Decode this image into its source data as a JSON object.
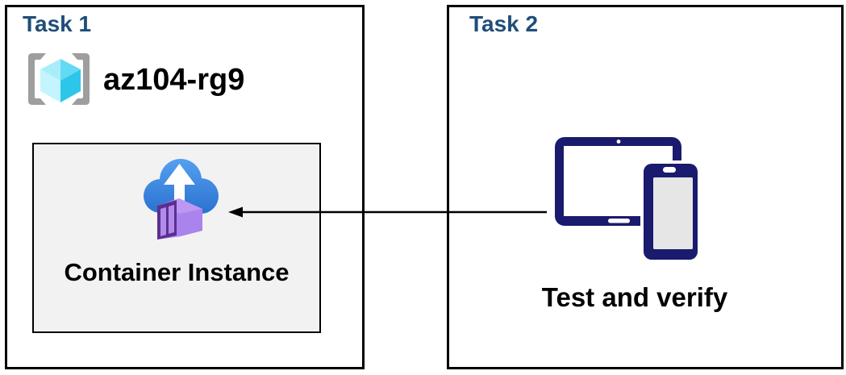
{
  "diagram": {
    "task1": {
      "title": "Task 1",
      "resource_group": {
        "icon": "resource-group-icon",
        "name": "az104-rg9"
      },
      "container_instance": {
        "icon": "container-instance-icon",
        "label": "Container Instance"
      }
    },
    "task2": {
      "title": "Task 2",
      "devices": {
        "icon": "devices-icon",
        "label": "Test and verify"
      }
    },
    "arrow": {
      "from": "task2-devices",
      "to": "task1-container-instance",
      "direction": "left"
    },
    "colors": {
      "title_blue": "#1f4e79",
      "box_border": "#000000",
      "container_box_bg": "#f2f2f2",
      "device_navy": "#1a1a6e",
      "cloud_blue_top": "#54a0f0",
      "cloud_blue_bottom": "#2a70cf",
      "container_purple_dark": "#5b2f91",
      "container_purple_light": "#aa83ec",
      "cube_cyan_light": "#a9edfb",
      "cube_cyan_mid": "#63daf4",
      "cube_cyan_dark": "#2dc6eb",
      "bracket_gray": "#9e9e9e",
      "arrow_black": "#000000"
    }
  }
}
